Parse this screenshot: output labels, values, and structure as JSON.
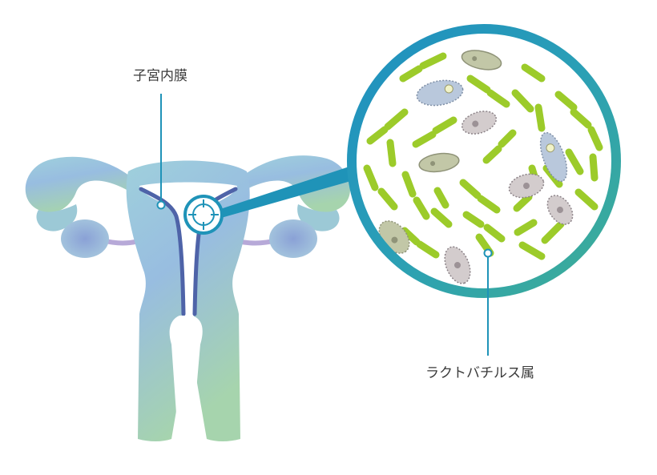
{
  "labels": {
    "endometrium": "子宮内膜",
    "lactobacillus": "ラクトバチルス属"
  },
  "colors": {
    "uterus_light": "#a7d4dc",
    "uterus_blue": "#8fb3df",
    "uterus_green": "#a9d3b0",
    "endometrium_lining": "#4e63a8",
    "leader_line": "#1f93b8",
    "magnifier_ring_outer": "#1f93b8",
    "magnifier_ring_inner": "#3aaa99",
    "lactobacillus": "#9ccb2a",
    "protozoa_fill": "#c9c3c5",
    "protozoa_outline": "#8c8388",
    "ovary": "#9aa8d8",
    "tube_ligament": "#b7a9d8"
  },
  "icons": [
    "uterus-illustration",
    "magnifier-target-icon",
    "lactobacillus-rod",
    "protozoa-cell"
  ]
}
